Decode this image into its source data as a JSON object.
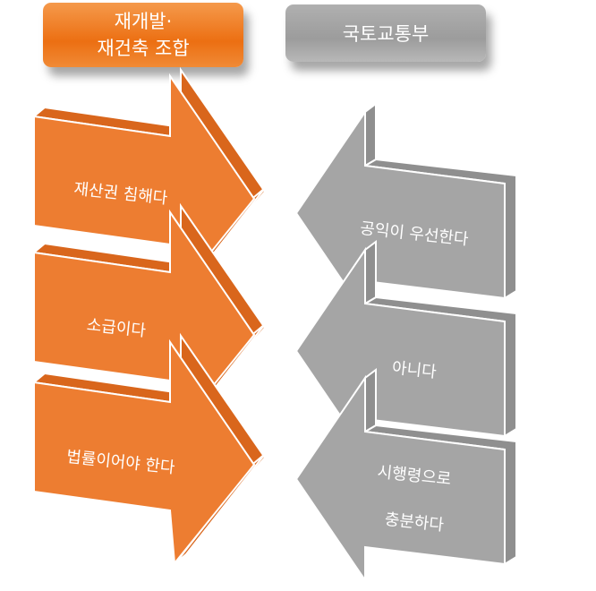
{
  "headers": {
    "left_line1": "재개발·",
    "left_line2": "재건축 조합",
    "right": "국토교통부"
  },
  "left_arrows": [
    "재산권 침해다",
    "소급이다",
    "법률이어야 한다"
  ],
  "right_arrows": [
    "공익이 우선한다",
    "아니다",
    "시행령으로",
    "충분하다"
  ],
  "colors": {
    "orange": "#ed7d31",
    "gray": "#a5a5a5"
  }
}
